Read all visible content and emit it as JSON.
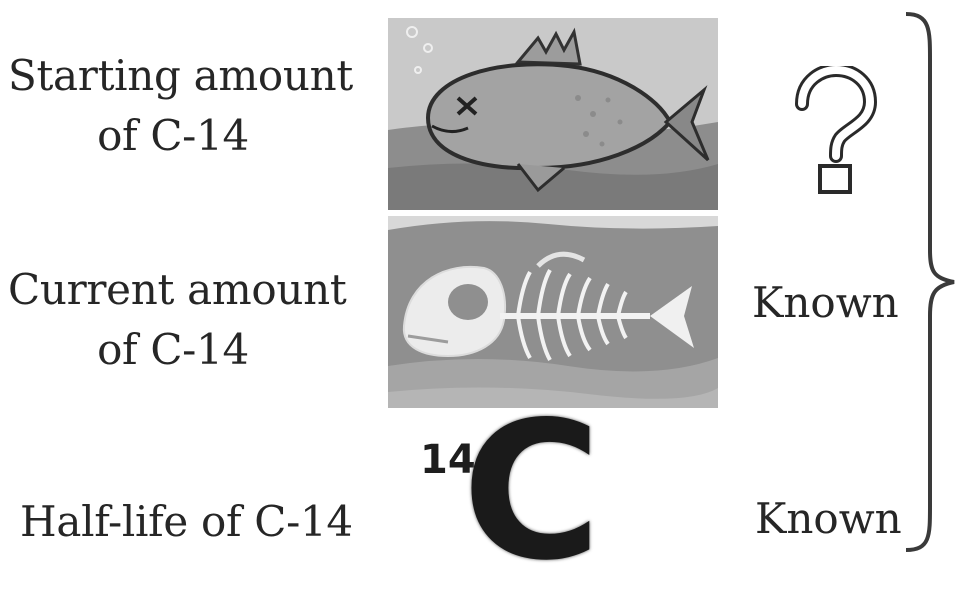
{
  "rows": [
    {
      "label_lines": [
        "Starting amount",
        "of C-14"
      ],
      "status": "?"
    },
    {
      "label_lines": [
        "Current amount",
        "of C-14"
      ],
      "status": "Known"
    },
    {
      "label_lines": [
        "Half-life of C-14"
      ],
      "status": "Known"
    }
  ],
  "isotope": {
    "mass_number": "14",
    "symbol": "C"
  },
  "images": {
    "live_fish": "dead-fish-icon",
    "fossil_fish": "fish-skeleton-icon"
  },
  "colors": {
    "text": "#262626",
    "panel_light": "#c4c4c4",
    "panel_dark": "#8a8a8a"
  }
}
